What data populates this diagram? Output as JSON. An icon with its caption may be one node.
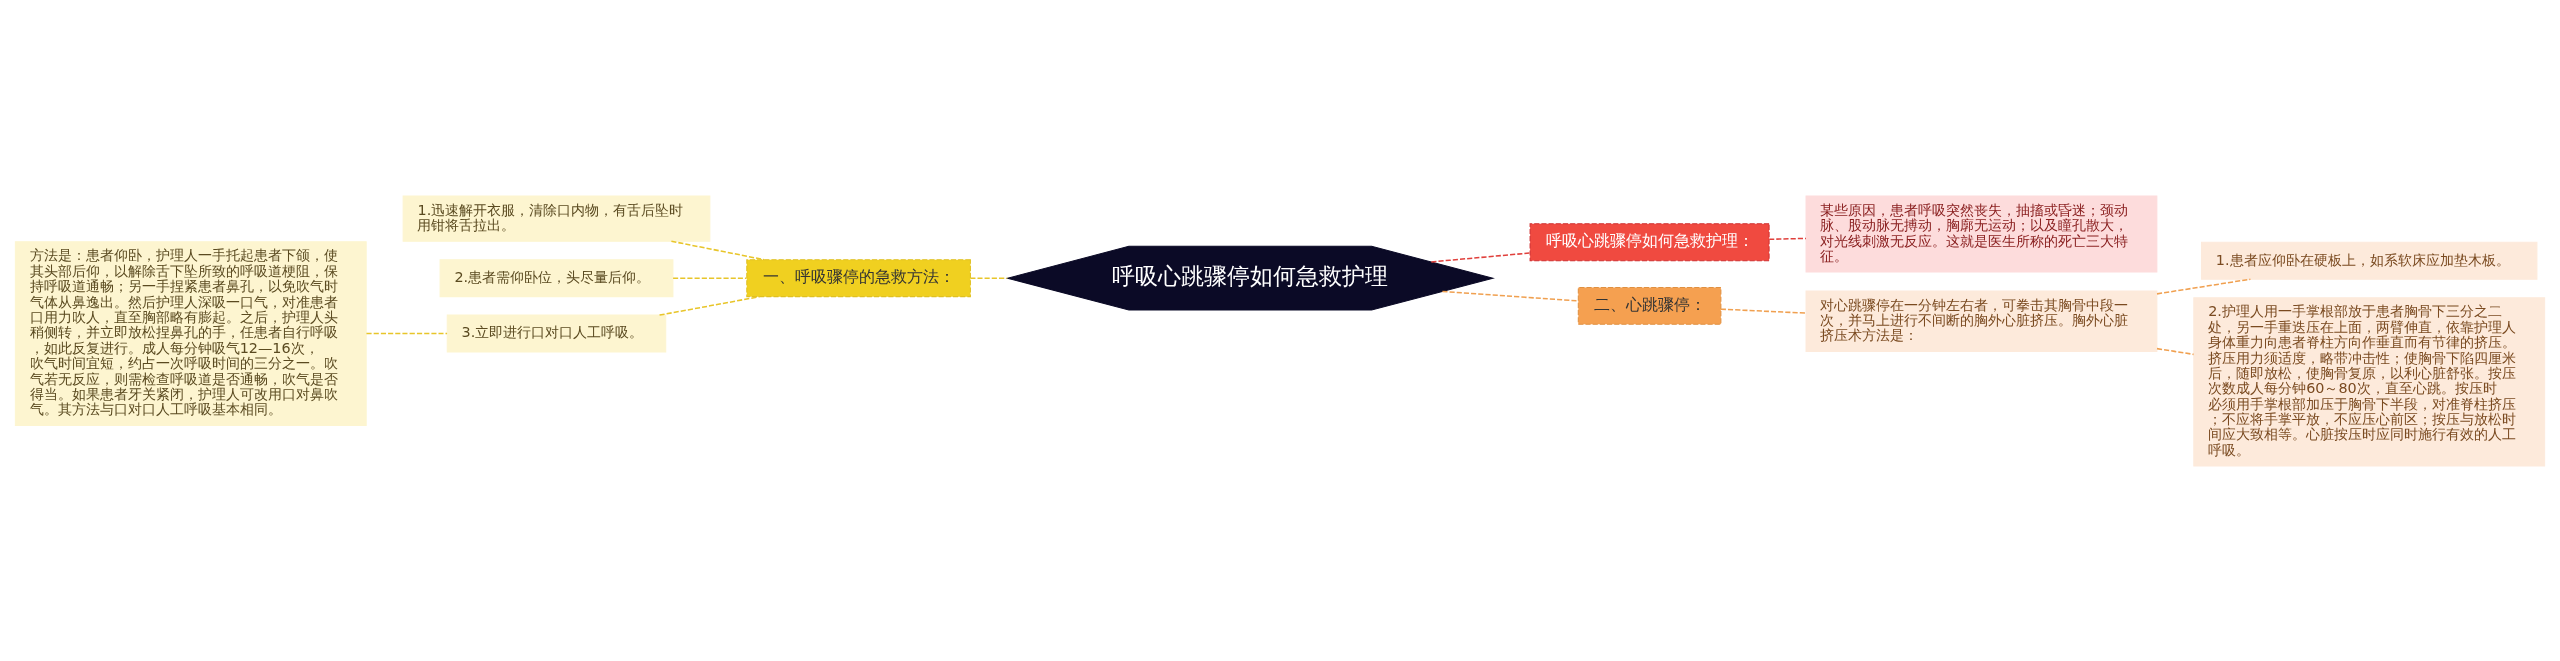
{
  "diagram": {
    "nodes": [
      {
        "text": [
          "呼吸心跳骤停如何急救护理"
        ]
      },
      {
        "text": [
          "一、呼吸骤停的急救方法："
        ]
      },
      {
        "text": [
          "1.迅速解开衣服，清除口内物，有舌后坠时用钳将舌拉出。"
        ]
      },
      {
        "text": [
          "2.患者需仰卧位，头尽量后仰。"
        ]
      },
      {
        "text": [
          "3.立即进行口对口人工呼吸。"
        ]
      },
      {
        "text": [
          "方法是：患者仰卧，护理人一手托起患者下颌，使其头部后仰，以解除舌下坠所致的呼吸道梗阻，保持呼吸道通畅；另一手捏紧患者鼻孔，以免吹气时气体从鼻逸出。然后护理人深吸一口气，对准患者口用力吹人，直至胸部略有膨起。之后，护理人头稍侧转，并立即放松捏鼻孔的手，任患者自行呼吸，如此反复进行。成人每分钟吸气12—16次，吹气时间宜短，约占一次呼吸时间的三分之一。吹气若无反应，则需检查呼吸道是否通畅，吹气是否得当。如果患者牙关紧闭，护理人可改用口对鼻吹气。其方法与口对口人工呼吸基本相同。"
        ]
      },
      {
        "text": [
          "呼吸心跳骤停如何急救护理："
        ]
      },
      {
        "text": [
          "某些原因，患者呼吸突然丧失，抽搐或昏迷；颈动脉、股动脉无搏动，胸廓无运动；以及瞳孔散大，对光线刺激无反应。这就是医生所称的死亡三大特征。"
        ]
      },
      {
        "text": [
          "二、心跳骤停："
        ]
      },
      {
        "text": [
          "对心跳骤停在一分钟左右者，可拳击其胸骨中段一次，并马上进行不间断的胸外心脏挤压。胸外心脏挤压术方法是："
        ]
      },
      {
        "text": [
          "1.患者应仰卧在硬板上，如系软床应加垫木板。"
        ]
      },
      {
        "text": [
          "2.护理人用一手掌根部放于患者胸骨下三分之二处，另一手重迭压在上面，两臂伸直，依靠护理人身体重力向患者脊柱方向作垂直而有节律的挤压。挤压用力须适度，略带冲击性；使胸骨下陷四厘米后，随即放松，使胸骨复原，以利心脏舒张。按压次数成人每分钟60～80次，直至心跳。按压时必须用手掌根部加压于胸骨下半段，对准脊柱挤压；不应将手掌平放，不应压心前区；按压与放松时间应大致相等。心脏按压时应同时施行有效的人工呼吸。"
        ]
      }
    ],
    "edges": [
      {
        "from": 0,
        "to": 1,
        "arrow": "none",
        "style": "dashed"
      },
      {
        "from": 1,
        "to": 2,
        "arrow": "none",
        "style": "dashed"
      },
      {
        "from": 1,
        "to": 3,
        "arrow": "none",
        "style": "dashed"
      },
      {
        "from": 1,
        "to": 4,
        "arrow": "none",
        "style": "dashed"
      },
      {
        "from": 4,
        "to": 5,
        "arrow": "none",
        "style": "dashed"
      },
      {
        "from": 0,
        "to": 6,
        "arrow": "none",
        "style": "dashed",
        "color": "#e0403c"
      },
      {
        "from": 6,
        "to": 7,
        "arrow": "none",
        "style": "dashed",
        "color": "#e0403c"
      },
      {
        "from": 0,
        "to": 8,
        "arrow": "none",
        "style": "dashed",
        "color": "#f0a050"
      },
      {
        "from": 8,
        "to": 9,
        "arrow": "none",
        "style": "dashed",
        "color": "#f0a050"
      },
      {
        "from": 9,
        "to": 10,
        "arrow": "none",
        "style": "dashed",
        "color": "#f0a050"
      },
      {
        "from": 9,
        "to": 11,
        "arrow": "none",
        "style": "dashed",
        "color": "#f0a050"
      }
    ]
  }
}
